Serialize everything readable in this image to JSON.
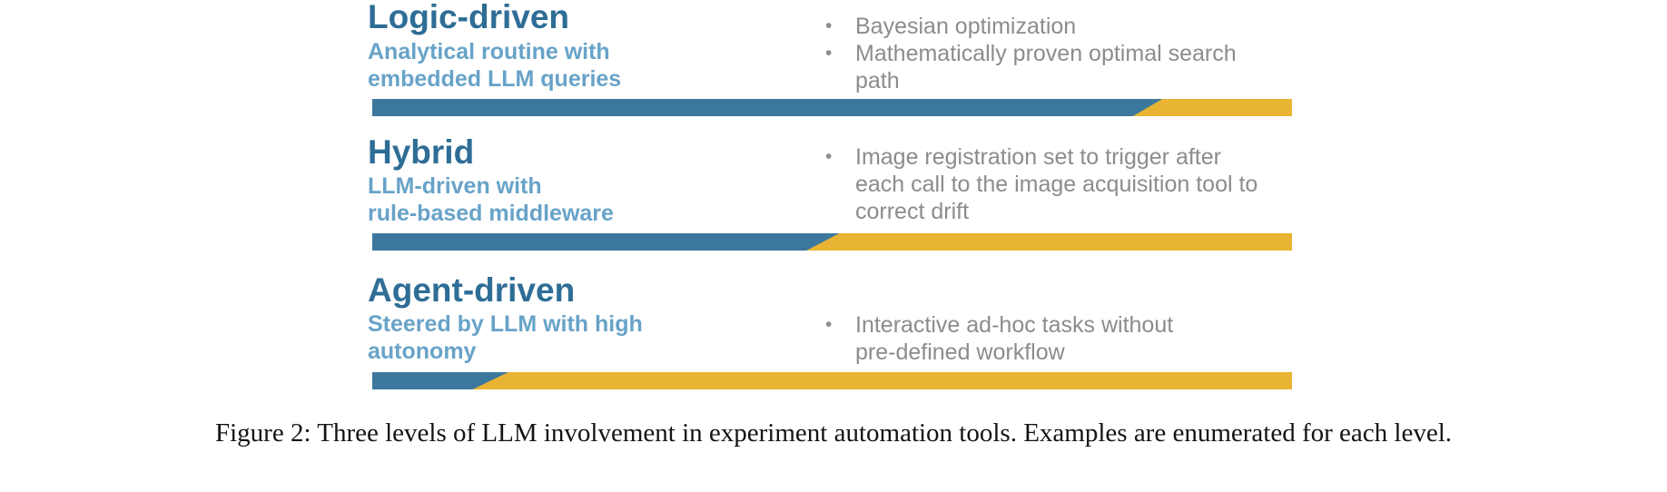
{
  "figure": {
    "colors": {
      "title_blue": "#2E6D96",
      "subtitle_blue": "#68A3C8",
      "bar_blue": "#3C789D",
      "bar_yellow": "#E9B433",
      "bullet_gray": "#8C8C8C"
    },
    "levels": [
      {
        "title": "Logic-driven",
        "subtitle": "Analytical routine with\nembedded LLM queries",
        "bullets": [
          "Bayesian optimization",
          "Mathematically proven optimal search\npath"
        ],
        "bullet_marker": "•",
        "bar": {
          "blue_top_pct": 85.9,
          "blue_bottom_pct": 82.7
        }
      },
      {
        "title": "Hybrid",
        "subtitle": "LLM-driven with\nrule-based middleware",
        "bullets": [
          "Image registration set to trigger after\neach call to the image acquisition tool to\ncorrect drift"
        ],
        "bullet_marker": "•",
        "bar": {
          "blue_top_pct": 50.8,
          "blue_bottom_pct": 47.2
        }
      },
      {
        "title": "Agent-driven",
        "subtitle": "Steered by LLM with high\nautonomy",
        "bullets": [
          "Interactive ad-hoc tasks without\npre-defined workflow"
        ],
        "bullet_marker": "•",
        "bar": {
          "blue_top_pct": 14.8,
          "blue_bottom_pct": 10.9
        }
      }
    ]
  },
  "caption": "Figure 2: Three levels of LLM involvement in experiment automation tools. Examples are enumerated for each level."
}
